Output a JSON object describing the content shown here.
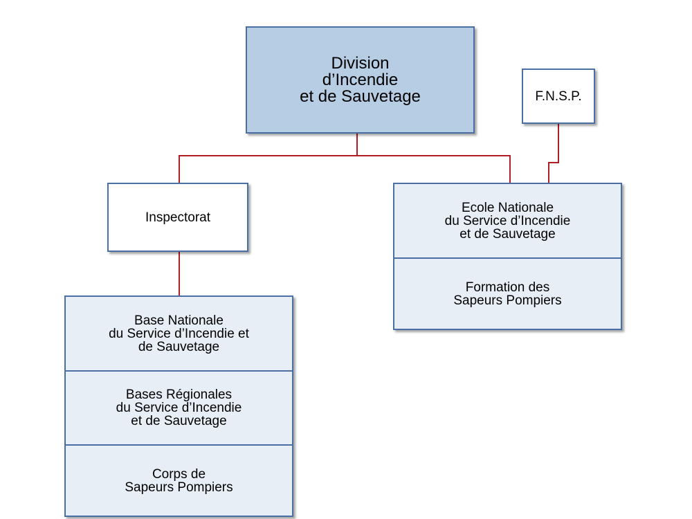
{
  "colors": {
    "connector": "#b01e23",
    "border": "#4a6fa5",
    "top_fill": "#b7cde3",
    "cell_fill": "#e8eef6",
    "white_fill": "#ffffff"
  },
  "org": {
    "top": {
      "label": "Division\nd’Incendie\net de Sauvetage"
    },
    "fnsp": {
      "label": "F.N.S.P."
    },
    "inspectorat": {
      "label": "Inspectorat"
    },
    "ecole_group": {
      "cells": [
        {
          "label": "Ecole Nationale\ndu Service d’Incendie\net de Sauvetage"
        },
        {
          "label": "Formation des\nSapeurs Pompiers"
        }
      ]
    },
    "base_group": {
      "cells": [
        {
          "label": "Base Nationale\ndu Service d’Incendie et\nde Sauvetage"
        },
        {
          "label": "Bases Régionales\ndu Service d’Incendie\net de Sauvetage"
        },
        {
          "label": "Corps de\nSapeurs Pompiers"
        }
      ]
    }
  }
}
